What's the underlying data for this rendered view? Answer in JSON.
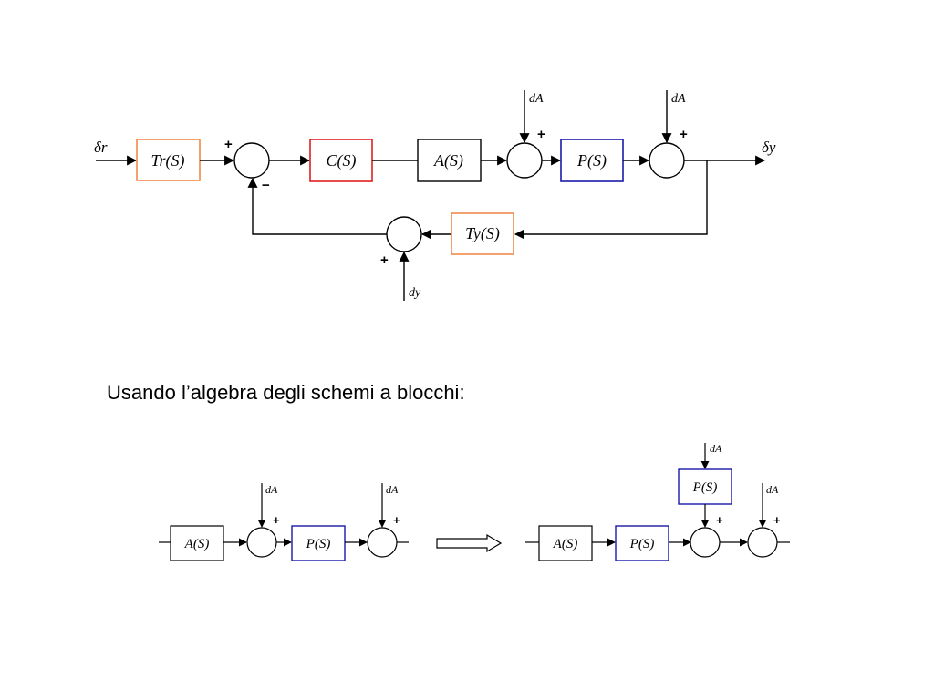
{
  "colors": {
    "line": "#000000",
    "tr_border": "#f08a4b",
    "c_border": "#e02020",
    "a_border": "#000000",
    "p_border": "#1a1aa8",
    "ty_border": "#f08a4b"
  },
  "top_diagram": {
    "input_label": "δr",
    "output_label": "δy",
    "blocks": {
      "tr": "Tr(S)",
      "c": "C(S)",
      "a": "A(S)",
      "p": "P(S)",
      "ty": "Ty(S)"
    },
    "disturbances": {
      "da_first": "dA",
      "da_second": "dA",
      "dy": "dy"
    },
    "signs": {
      "sum1_plus": "+",
      "sum1_minus": "−",
      "sum2_plus": "+",
      "sum3_plus": "+",
      "sum4_plus": "+"
    }
  },
  "caption": "Usando l’algebra degli schemi a blocchi:",
  "bottom_left": {
    "blocks": {
      "a": "A(S)",
      "p": "P(S)"
    },
    "disturbances": {
      "da_first": "dA",
      "da_second": "dA"
    },
    "signs": {
      "sum1_plus": "+",
      "sum2_plus": "+"
    }
  },
  "bottom_right": {
    "blocks": {
      "a": "A(S)",
      "p": "P(S)",
      "p_disturbance": "P(S)"
    },
    "disturbances": {
      "da_first": "dA",
      "da_second": "dA"
    },
    "signs": {
      "sum1_plus": "+",
      "sum2_plus": "+"
    }
  }
}
